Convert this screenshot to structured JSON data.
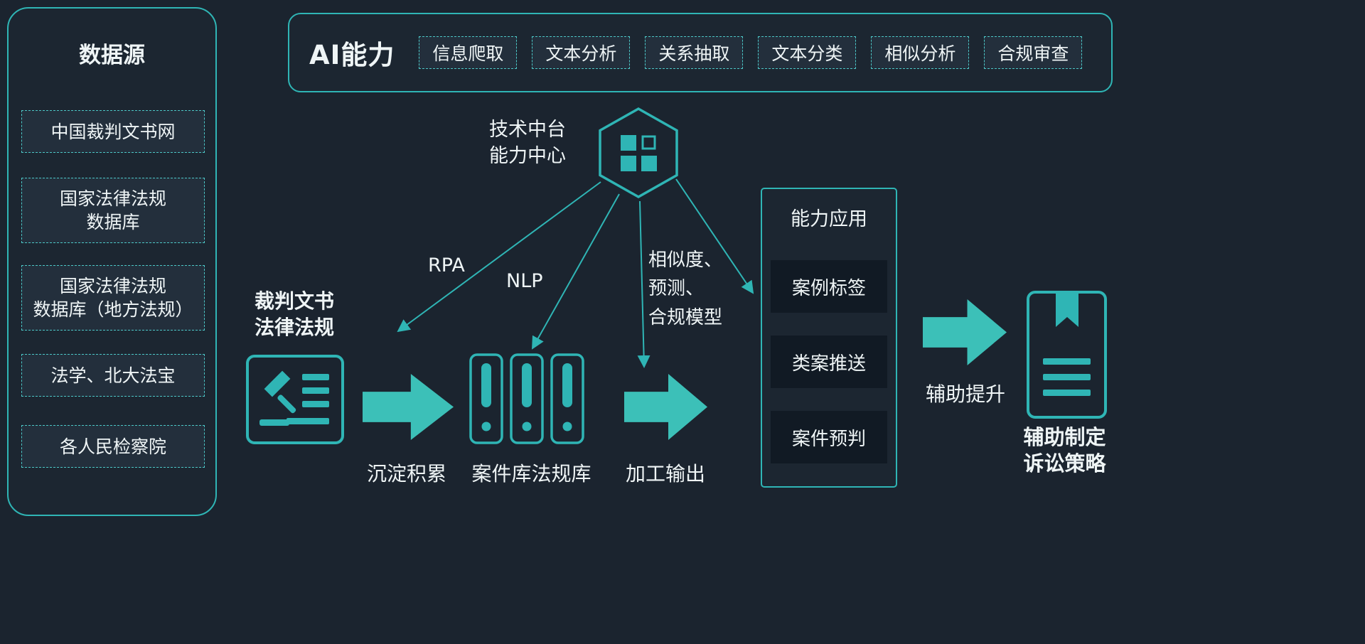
{
  "colors": {
    "background": "#1b242f",
    "accent": "#2fb5b5",
    "arrow_fill": "#3cc0b8",
    "chip_fill": "#232f3c",
    "card_fill": "#111a24",
    "text": "#eff5f6"
  },
  "data_sources": {
    "title": "数据源",
    "items": [
      "中国裁判文书网",
      "国家法律法规\n数据库",
      "国家法律法规\n数据库（地方法规）",
      "法学、北大法宝",
      "各人民检察院"
    ]
  },
  "ai_capabilities": {
    "title": "AI能力",
    "items": [
      "信息爬取",
      "文本分析",
      "关系抽取",
      "文本分类",
      "相似分析",
      "合规审查"
    ]
  },
  "hub": {
    "label": "技术中台\n能力中心",
    "icon": "hexagon-grid"
  },
  "connectors": {
    "rpa": "RPA",
    "nlp": "NLP",
    "model": "相似度、\n预测、\n合规模型"
  },
  "pipeline": {
    "source_label": "裁判文书\n法律法规",
    "step1_caption": "沉淀积累",
    "step2_caption": "案件库法规库",
    "step3_caption": "加工输出",
    "step4_caption": "辅助提升",
    "result_label": "辅助制定\n诉讼策略"
  },
  "applications": {
    "title": "能力应用",
    "items": [
      "案例标签",
      "类案推送",
      "案件预判"
    ]
  },
  "icons": {
    "hub": "hexagon-grid-icon",
    "source": "gavel-document-icon",
    "repository": "case-book-icon",
    "result": "bookmark-document-icon"
  }
}
